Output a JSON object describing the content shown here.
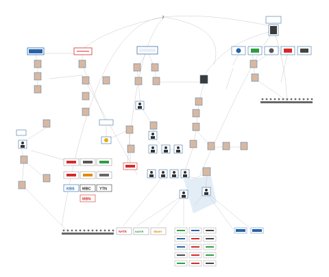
{
  "diagram": {
    "top_marker": "?",
    "broadcaster_logos": [
      "KBS",
      "MBC",
      "YTN",
      "MBN"
    ],
    "portal_logos": [
      "NATE",
      "NAVER",
      "daum"
    ],
    "colors": {
      "edge": "#c8c8c8",
      "node_border": "#3a6ea5",
      "photo_bg": "#d9b8a0",
      "photo_shadow": "#3b3b3b",
      "logo_red": "#d62828",
      "logo_blue": "#2563a8",
      "logo_green": "#2e9e44",
      "highlight_zone": "#d6e6f2"
    },
    "icon_types": [
      "person-photo-icon",
      "anonymous-person-icon",
      "organization-logo-icon",
      "audience-row-icon"
    ]
  }
}
